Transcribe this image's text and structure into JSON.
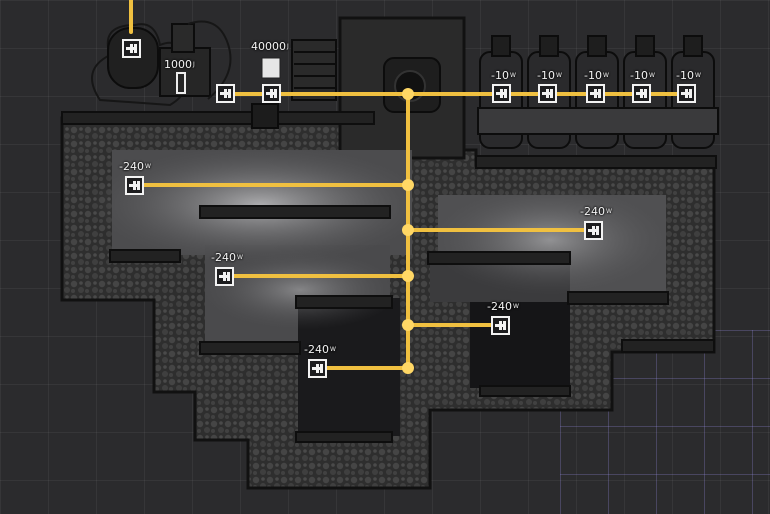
{
  "colors": {
    "wire": "#f0c040",
    "tile": "#1c1c1c",
    "rock": "#3a3a3a",
    "room": "#4e4e50",
    "room_light": "#8a8a8c",
    "background": "#2b2b2d"
  },
  "icons": {
    "sensor": "power-plug-icon",
    "battery": "battery-icon",
    "generator": "generator-icon",
    "transformer": "transformer-icon",
    "consumer": "tank-machine-icon"
  },
  "labels": {
    "battery_capacity": "40000",
    "generator_output": "1000",
    "tank_draw": "-10",
    "room_a": "-240",
    "room_b": "-240",
    "room_c": "-240",
    "room_d": "-240",
    "room_e": "-240"
  },
  "battery_charge": 0.0,
  "generator_charge": 0.1
}
